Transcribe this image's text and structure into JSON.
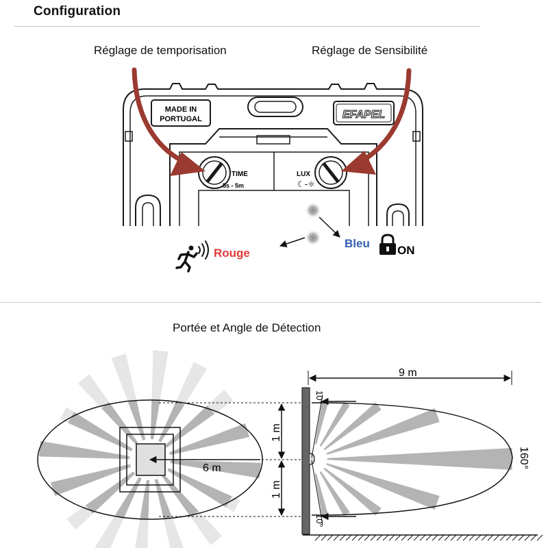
{
  "header": {
    "title": "Configuration"
  },
  "config": {
    "time_label": "Réglage de temporisation",
    "sensitivity_label": "Réglage de Sensibilité",
    "made_in": "MADE IN",
    "portugal": "PORTUGAL",
    "brand": "EFAPEL",
    "time_knob_label": "TIME",
    "time_knob_range": "5s - 5m",
    "lux_knob_label": "LUX",
    "lux_knob_range": "☾-☼",
    "red_led_label": "Rouge",
    "blue_led_label": "Bleu",
    "on_label": "ON",
    "colors": {
      "arrow": "#9b3a30",
      "red": "#e23a3a",
      "blue": "#2f5fb0"
    }
  },
  "detection": {
    "title": "Portée et Angle de Détection",
    "top_view": {
      "radius_label": "6 m",
      "spacing_top": "1 m",
      "spacing_bottom": "1 m"
    },
    "side_view": {
      "range_label": "9 m",
      "angle_label": "160°",
      "top_angle": "10°",
      "bottom_angle": "10°"
    }
  }
}
